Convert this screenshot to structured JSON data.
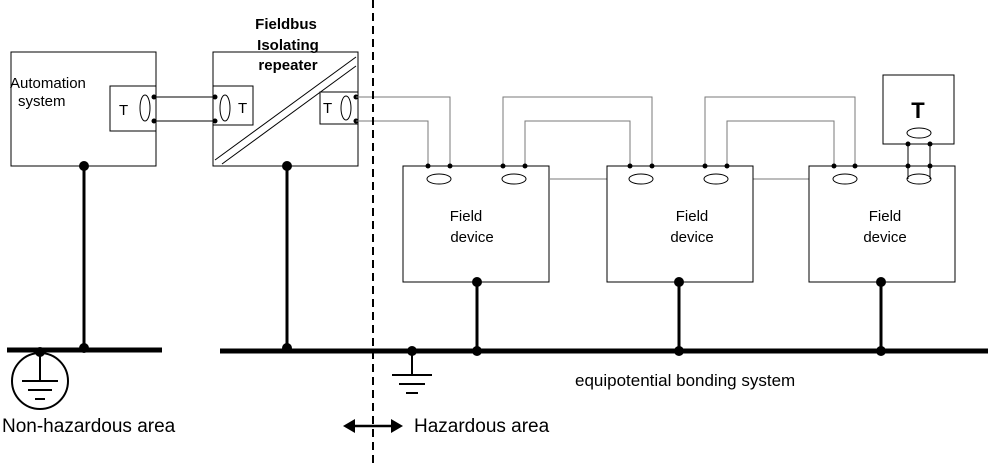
{
  "labels": {
    "automation_system": [
      "Automation",
      "system"
    ],
    "repeater": [
      "Fieldbus",
      "Isolating",
      "repeater"
    ],
    "terminator": "T",
    "field_device": [
      "Field",
      "device"
    ],
    "bonding": "equipotential bonding system",
    "non_hazardous": "Non-hazardous area",
    "hazardous": "Hazardous area"
  },
  "field_devices": [
    {
      "label": [
        "Field",
        "device"
      ]
    },
    {
      "label": [
        "Field",
        "device"
      ]
    },
    {
      "label": [
        "Field",
        "device"
      ]
    }
  ]
}
